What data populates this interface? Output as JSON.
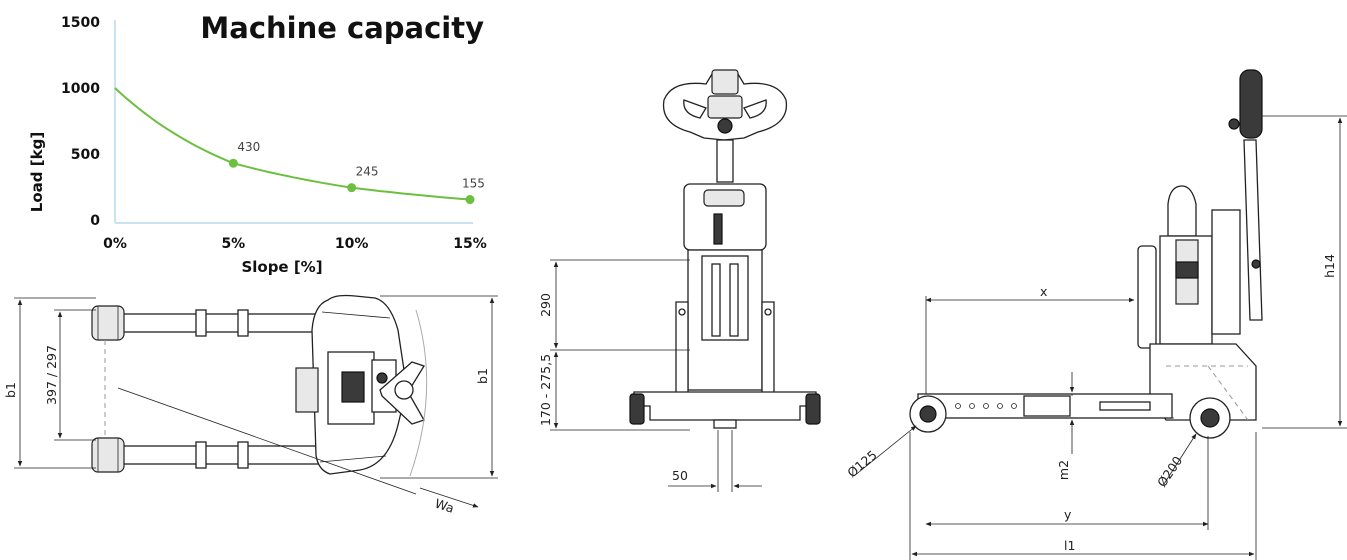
{
  "chart_data": {
    "type": "line",
    "title": "Machine capacity",
    "xlabel": "Slope [%]",
    "ylabel": "Load [kg]",
    "xlim": [
      0,
      15
    ],
    "ylim": [
      0,
      1500
    ],
    "x_ticks": [
      "0%",
      "5%",
      "10%",
      "15%"
    ],
    "y_ticks": [
      "0",
      "500",
      "1000",
      "1500"
    ],
    "grid": false,
    "series": [
      {
        "color": "#6cbf3f",
        "x": [
          0,
          5,
          10,
          15
        ],
        "y": [
          1000,
          430,
          245,
          155
        ],
        "labels": [
          "",
          "430",
          "245",
          "155"
        ]
      }
    ]
  },
  "drawing": {
    "top_view": {
      "width_label": "b1",
      "width_label_right": "b1",
      "fork_spread_label": "397 / 297",
      "working_aisle_label": "Wa"
    },
    "front_view": {
      "height_upper_label": "290",
      "height_lower_label": "170 - 275,5",
      "width_bottom_label": "50"
    },
    "side_view": {
      "x_label": "x",
      "y_label": "y",
      "l1_label": "l1",
      "h14_label": "h14",
      "m2_label": "m2",
      "load_wheel_label": "Ø125",
      "drive_wheel_label": "Ø200"
    }
  },
  "colors": {
    "curve": "#6cbf3f",
    "axis": "#c8e4f2",
    "ink": "#222222"
  }
}
